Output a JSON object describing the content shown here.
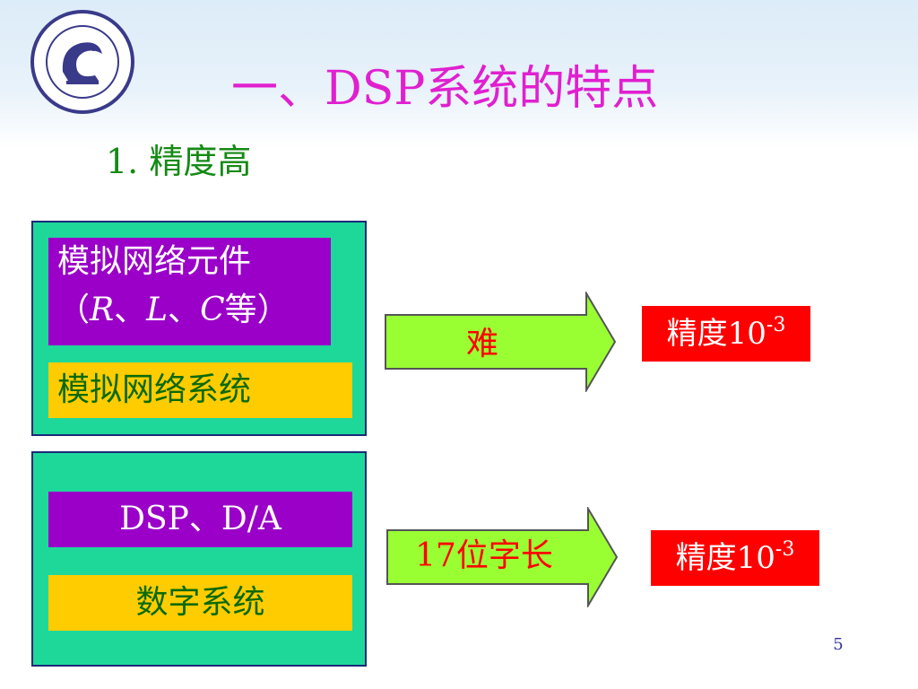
{
  "slide": {
    "title": "一、DSP系统的特点",
    "subtitle": "1. 精度高",
    "page_number": "5"
  },
  "analog": {
    "component_line1": "模拟网络元件",
    "component_open": "（",
    "component_r": "R",
    "component_sep1": "、",
    "component_l": "L",
    "component_sep2": "、",
    "component_c": "C",
    "component_close": "等）",
    "system": "模拟网络系统",
    "arrow_label": "难",
    "precision_text": "精度10",
    "precision_exp": "-3"
  },
  "digital": {
    "component": "DSP、D/A",
    "system": "数字系统",
    "arrow_label": "17位字长",
    "precision_text": "精度10",
    "precision_exp": "-3"
  },
  "colors": {
    "title": "#e020d0",
    "subtitle": "#148a14",
    "panel": "#1ed89a",
    "purple_box": "#9a00c8",
    "yellow_box": "#ffcc00",
    "arrow_fill": "#99ff33",
    "result_box": "#ff0000"
  },
  "icons": {
    "logo": "university-seal-logo",
    "arrow": "right-arrow-icon"
  }
}
